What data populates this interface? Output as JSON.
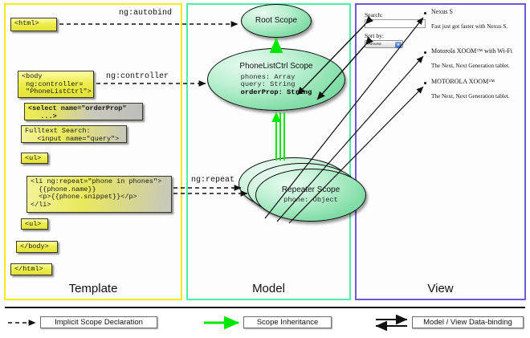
{
  "columns": [
    {
      "key": "template",
      "label": "Template",
      "border_color": "#f2eb1e"
    },
    {
      "key": "model",
      "label": "Model",
      "border_color": "#4ef0a8"
    },
    {
      "key": "view",
      "label": "View",
      "border_color": "#6a5bdd"
    }
  ],
  "template": {
    "boxes": [
      {
        "name": "html-open-tag",
        "text": "<html>"
      },
      {
        "name": "body-controller-tag",
        "text": "<body\n ng:controller=\n \"PhoneListCtrl\">"
      },
      {
        "name": "select-orderprop-tag",
        "text": "<select name=\"orderProp\"\n   ...>"
      },
      {
        "name": "fulltext-search-input",
        "text": "Fulltext Search:\n   <input name=\"query\">"
      },
      {
        "name": "ul-open-tag",
        "text": "<ul>"
      },
      {
        "name": "li-ngrepeat-tag",
        "text": "<li ng:repeat=\"phone in phones\">\n  {{phone.name}}\n  <p>{{phone.snippet}}</p>\n</li>"
      },
      {
        "name": "ul-close-tag",
        "text": "<ul>"
      },
      {
        "name": "body-close-tag",
        "text": "</body>"
      },
      {
        "name": "html-close-tag",
        "text": "</html>"
      }
    ]
  },
  "model": {
    "scopes": [
      {
        "name": "root-scope",
        "title": "Root\nScope",
        "props": ""
      },
      {
        "name": "phonelistctrl-scope",
        "title": "PhoneListCtrl\nScope",
        "props_plain": "phones: Array\nquery: String\n",
        "props_bold": "orderProp: String"
      },
      {
        "name": "repeater-scope",
        "title": "Repeater\nScope",
        "props": "phone: Object"
      }
    ]
  },
  "connectors": {
    "ng_autobind": "ng:autobind",
    "ng_controller": "ng:controller",
    "ng_repeat": "ng:repeat"
  },
  "view": {
    "search_label": "Search:",
    "search_value": "",
    "sort_label": "Sort by:",
    "sort_selected": "Newest",
    "sort_arrow": "▾",
    "phones": [
      {
        "name": "Nexus S",
        "snippet": "Fast just got faster with Nexus S."
      },
      {
        "name": "Motorola XOOM™ with Wi-Fi",
        "snippet": "The Next, Next Generation tablet."
      },
      {
        "name": "MOTOROLA XOOM™",
        "snippet": "The Next, Next Generation tablet."
      }
    ]
  },
  "legend": [
    {
      "name": "legend-implicit-scope-declaration",
      "label": "Implicit Scope Declaration",
      "style": "dashed-arrow",
      "color": "#111111"
    },
    {
      "name": "legend-scope-inheritance",
      "label": "Scope Inheritance",
      "style": "green-arrow",
      "color": "#00e800"
    },
    {
      "name": "legend-model-view-databinding",
      "label": "Model / View Data-binding",
      "style": "double-arrow",
      "color": "#111111"
    }
  ]
}
